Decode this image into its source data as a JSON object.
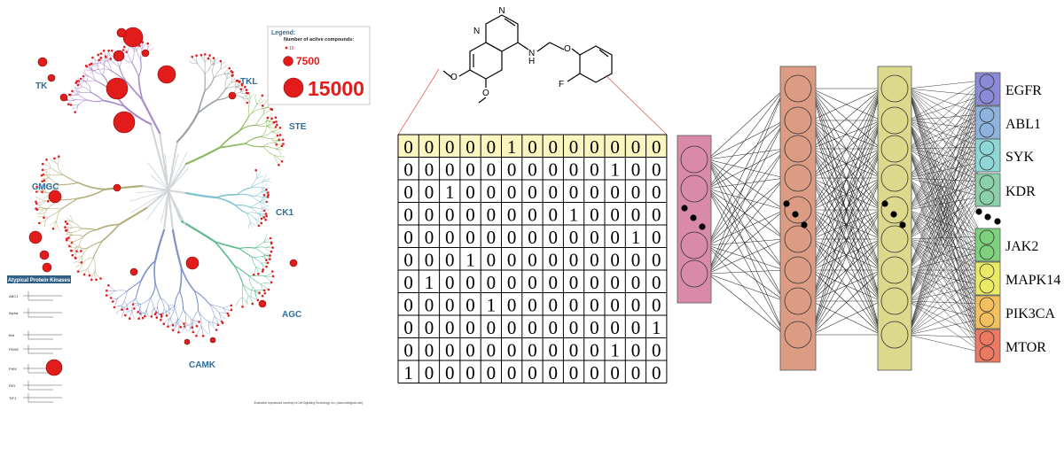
{
  "kinome_tree": {
    "families": [
      "TK",
      "TKL",
      "STE",
      "CK1",
      "AGC",
      "CAMK",
      "CMGC"
    ],
    "legend": {
      "title": "Legend:",
      "subtitle": "Number of active compounds:",
      "entries": [
        "15",
        "7500",
        "15000"
      ]
    },
    "atypical": {
      "title": "Atypical Protein Kinases",
      "items": [
        "ABC1",
        "Alpha",
        "Brd",
        "PDHK",
        "PIKK",
        "RIO",
        "TIF1"
      ]
    },
    "credit": "Illustration reproduced courtesy of Cell Signaling Technology, Inc. (www.cellsignal.com)",
    "colors": {
      "TK": "#a98bc9",
      "TKL": "#9aa0a8",
      "STE": "#8ab85a",
      "CK1": "#7fc4cf",
      "AGC": "#5fb98c",
      "CAMK": "#7f93c9",
      "CMGC": "#b3ad7a",
      "core": "#cfd5d8",
      "marker": "#e21b1b",
      "family_label": "#2f6d9a"
    }
  },
  "fingerprint": {
    "header_row": [
      "0",
      "0",
      "0",
      "0",
      "0",
      "1",
      "0",
      "0",
      "0",
      "0",
      "0",
      "0",
      "0"
    ],
    "rows": [
      [
        "0",
        "0",
        "0",
        "0",
        "0",
        "0",
        "0",
        "0",
        "0",
        "0",
        "1",
        "0",
        "0"
      ],
      [
        "0",
        "0",
        "1",
        "0",
        "0",
        "0",
        "0",
        "0",
        "0",
        "0",
        "0",
        "0",
        "0"
      ],
      [
        "0",
        "0",
        "0",
        "0",
        "0",
        "0",
        "0",
        "0",
        "1",
        "0",
        "0",
        "0",
        "0"
      ],
      [
        "0",
        "0",
        "0",
        "0",
        "0",
        "0",
        "0",
        "0",
        "0",
        "0",
        "0",
        "1",
        "0"
      ],
      [
        "0",
        "0",
        "0",
        "1",
        "0",
        "0",
        "0",
        "0",
        "0",
        "0",
        "0",
        "0",
        "0"
      ],
      [
        "0",
        "1",
        "0",
        "0",
        "0",
        "0",
        "0",
        "0",
        "0",
        "0",
        "0",
        "0",
        "0"
      ],
      [
        "0",
        "0",
        "0",
        "0",
        "1",
        "0",
        "0",
        "0",
        "0",
        "0",
        "0",
        "0",
        "0"
      ],
      [
        "0",
        "0",
        "0",
        "0",
        "0",
        "0",
        "0",
        "0",
        "0",
        "0",
        "0",
        "0",
        "1"
      ],
      [
        "0",
        "0",
        "0",
        "0",
        "0",
        "0",
        "0",
        "0",
        "0",
        "0",
        "1",
        "0",
        "0"
      ],
      [
        "1",
        "0",
        "0",
        "0",
        "0",
        "0",
        "0",
        "0",
        "0",
        "0",
        "0",
        "0",
        "0"
      ]
    ],
    "header_fill": "#fbf6c0"
  },
  "molecule": {
    "atoms": [
      "N",
      "N",
      "N",
      "H",
      "O",
      "O",
      "O",
      "F"
    ]
  },
  "network": {
    "layer_colors": [
      "#d98aa8",
      "#dc9c84",
      "#dcd98c"
    ],
    "outputs": [
      {
        "label": "EGFR",
        "color": "#8a8ad6"
      },
      {
        "label": "ABL1",
        "color": "#8eb3dc"
      },
      {
        "label": "SYK",
        "color": "#8fd6d6"
      },
      {
        "label": "KDR",
        "color": "#8bd0a8"
      },
      {
        "label": "JAK2",
        "color": "#7fd17f"
      },
      {
        "label": "MAPK14",
        "color": "#eaea66"
      },
      {
        "label": "PIK3CA",
        "color": "#f2c05e"
      },
      {
        "label": "MTOR",
        "color": "#ec7a62"
      }
    ]
  }
}
